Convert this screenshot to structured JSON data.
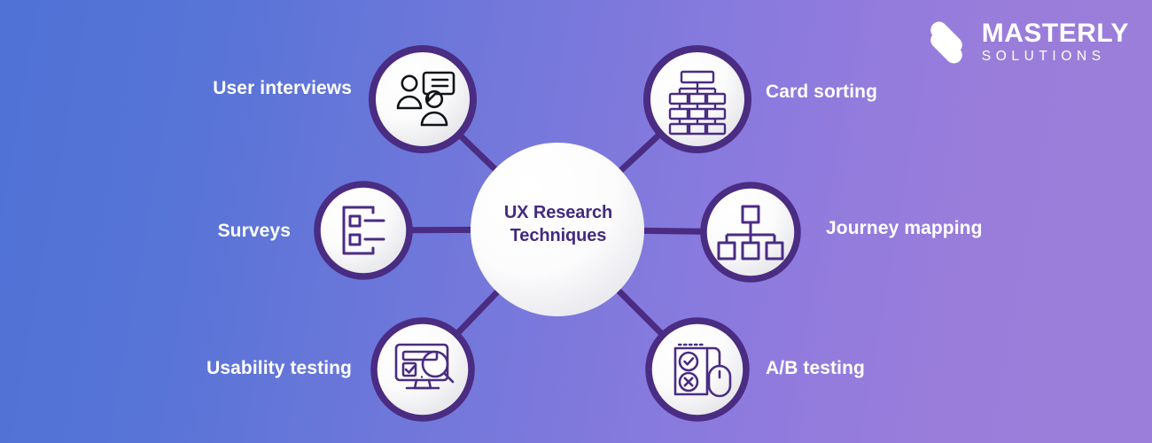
{
  "brand": {
    "logo_icon": "masterly-infinity-mark-icon",
    "name": "MASTERLY",
    "subtitle": "SOLUTIONS",
    "color": "#ffffff"
  },
  "palette": {
    "background_left": "#4f72d6",
    "background_right": "#9b7ed9",
    "ring": "#4a2c83",
    "connector": "#4a2c83",
    "node_fill": "#ffffff",
    "hub_text": "#442a80",
    "label_text": "#ffffff"
  },
  "hub": {
    "title_line1": "UX Research",
    "title_line2": "Techniques",
    "full_title": "UX Research Techniques"
  },
  "diagram": {
    "type": "hub-and-spoke",
    "node_count": 6,
    "nodes": [
      {
        "id": "user-interviews",
        "label": "User interviews",
        "icon": "two-people-speech-bubble-icon",
        "side": "left",
        "position": "top-left"
      },
      {
        "id": "surveys",
        "label": "Surveys",
        "icon": "checklist-form-icon",
        "side": "left",
        "position": "middle-left"
      },
      {
        "id": "usability-testing",
        "label": "Usability testing",
        "icon": "monitor-magnifier-checkbox-icon",
        "side": "left",
        "position": "bottom-left"
      },
      {
        "id": "card-sorting",
        "label": "Card sorting",
        "icon": "card-tree-hierarchy-icon",
        "side": "right",
        "position": "top-right"
      },
      {
        "id": "journey-mapping",
        "label": "Journey mapping",
        "icon": "org-chart-squares-icon",
        "side": "right",
        "position": "middle-right"
      },
      {
        "id": "ab-testing",
        "label": "A/B testing",
        "icon": "check-cross-document-mouse-icon",
        "side": "right",
        "position": "bottom-right"
      }
    ]
  }
}
